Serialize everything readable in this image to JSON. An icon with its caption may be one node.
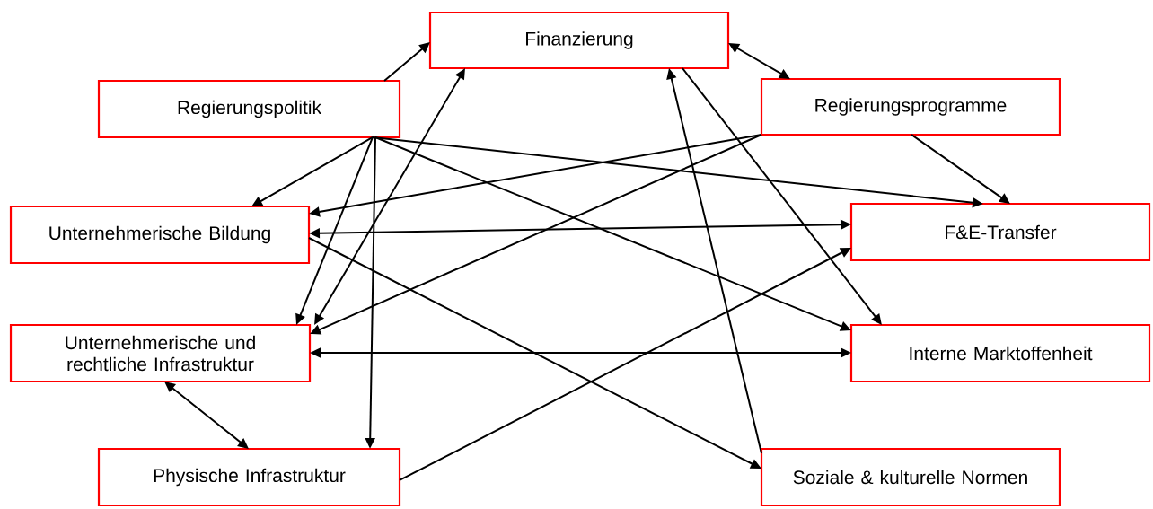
{
  "diagram": {
    "nodes": [
      {
        "text": [
          "Finanzierung"
        ]
      },
      {
        "text": [
          "Regierungspolitik"
        ]
      },
      {
        "text": [
          "Regierungsprogramme"
        ]
      },
      {
        "text": [
          "Unternehmerische Bildung"
        ]
      },
      {
        "text": [
          "F&E-Transfer"
        ]
      },
      {
        "text": [
          "Unternehmerische und rechtliche Infrastruktur"
        ]
      },
      {
        "text": [
          "Interne Marktoffenheit"
        ]
      },
      {
        "text": [
          "Physische Infrastruktur"
        ]
      },
      {
        "text": [
          "Soziale & kulturelle Normen"
        ]
      }
    ],
    "edges": [
      {
        "from": 1,
        "to": 0,
        "arrow": "to"
      },
      {
        "from": 0,
        "to": 2,
        "arrow": "both"
      },
      {
        "from": 1,
        "to": 3,
        "arrow": "to"
      },
      {
        "from": 1,
        "to": 5,
        "arrow": "to"
      },
      {
        "from": 1,
        "to": 7,
        "arrow": "to"
      },
      {
        "from": 1,
        "to": 4,
        "arrow": "to"
      },
      {
        "from": 1,
        "to": 6,
        "arrow": "to"
      },
      {
        "from": 5,
        "to": 0,
        "arrow": "both"
      },
      {
        "from": 2,
        "to": 3,
        "arrow": "to"
      },
      {
        "from": 2,
        "to": 5,
        "arrow": "to"
      },
      {
        "from": 2,
        "to": 4,
        "arrow": "to"
      },
      {
        "from": 3,
        "to": 4,
        "arrow": "both"
      },
      {
        "from": 3,
        "to": 8,
        "arrow": "to"
      },
      {
        "from": 5,
        "to": 6,
        "arrow": "both"
      },
      {
        "from": 5,
        "to": 7,
        "arrow": "both"
      },
      {
        "from": 7,
        "to": 4,
        "arrow": "to"
      },
      {
        "from": 0,
        "to": 6,
        "arrow": "to"
      },
      {
        "from": 8,
        "to": 0,
        "arrow": "to"
      }
    ]
  }
}
